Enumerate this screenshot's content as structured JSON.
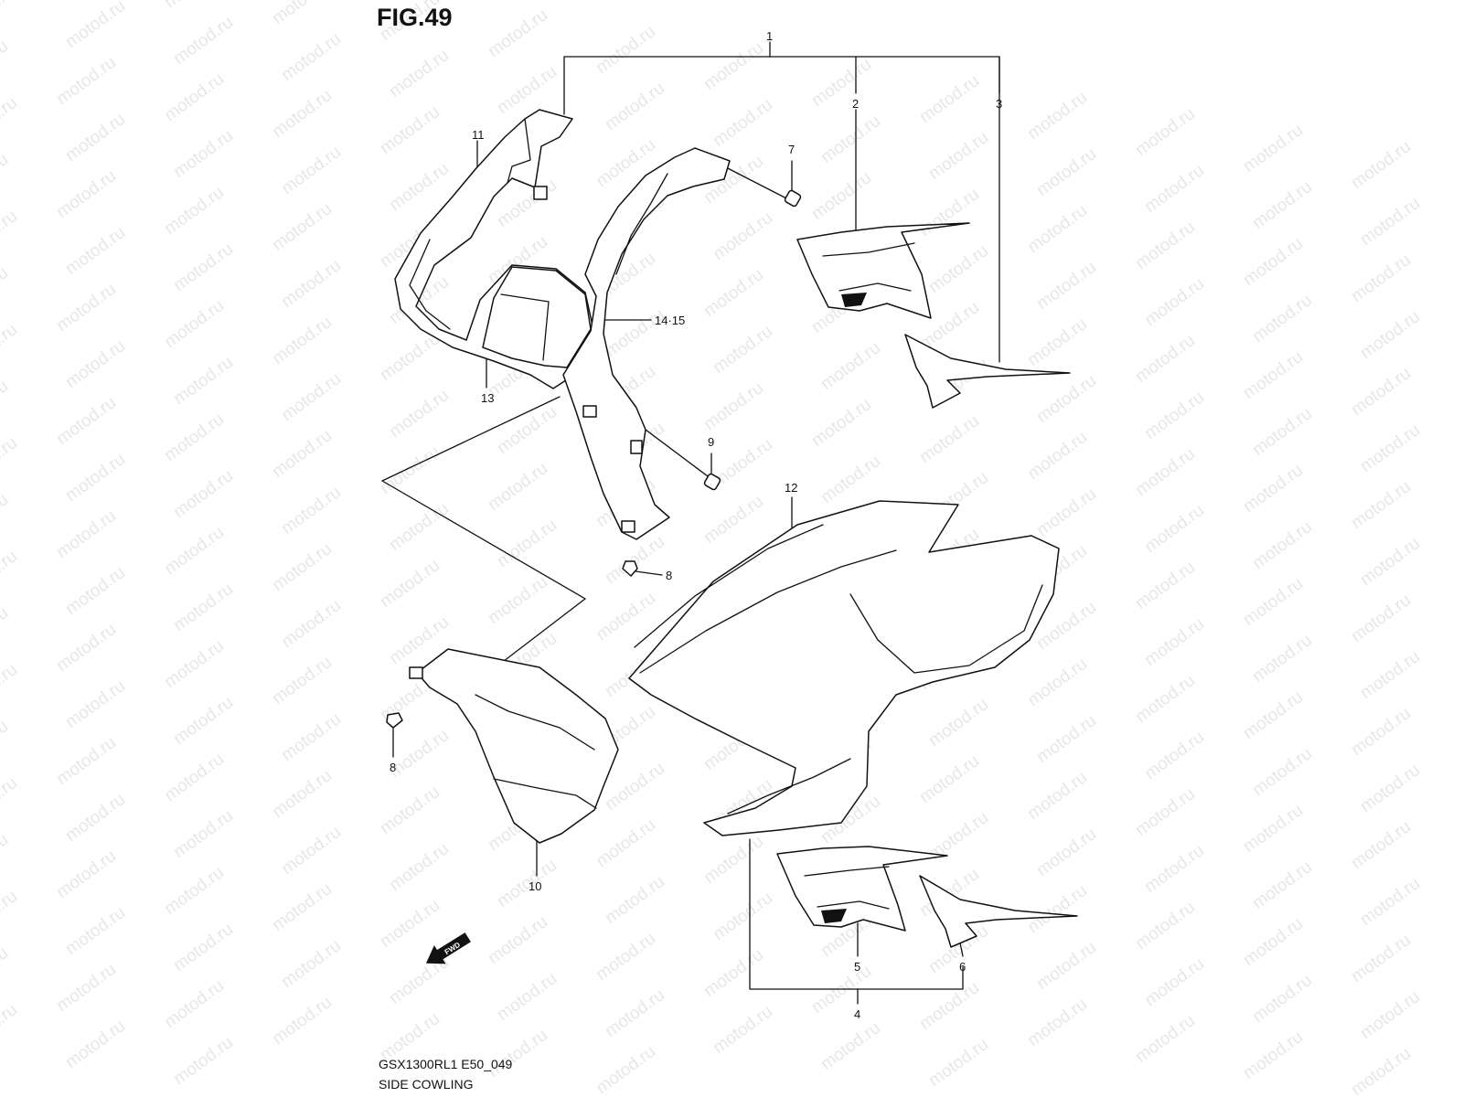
{
  "figure": {
    "title": "FIG.49",
    "model_code": "GSX1300RL1 E50_049",
    "caption": "SIDE COWLING",
    "watermark": "motod.ru",
    "fwd_label": "FWD"
  },
  "callouts": {
    "c1": "1",
    "c2": "2",
    "c3": "3",
    "c4": "4",
    "c5": "5",
    "c6": "6",
    "c7": "7",
    "c8a": "8",
    "c8b": "8",
    "c9": "9",
    "c10": "10",
    "c11": "11",
    "c12": "12",
    "c13": "13",
    "c14_15": "14·15"
  },
  "colors": {
    "line": "#111111",
    "watermark": "#e7e7e7",
    "background": "#ffffff"
  }
}
